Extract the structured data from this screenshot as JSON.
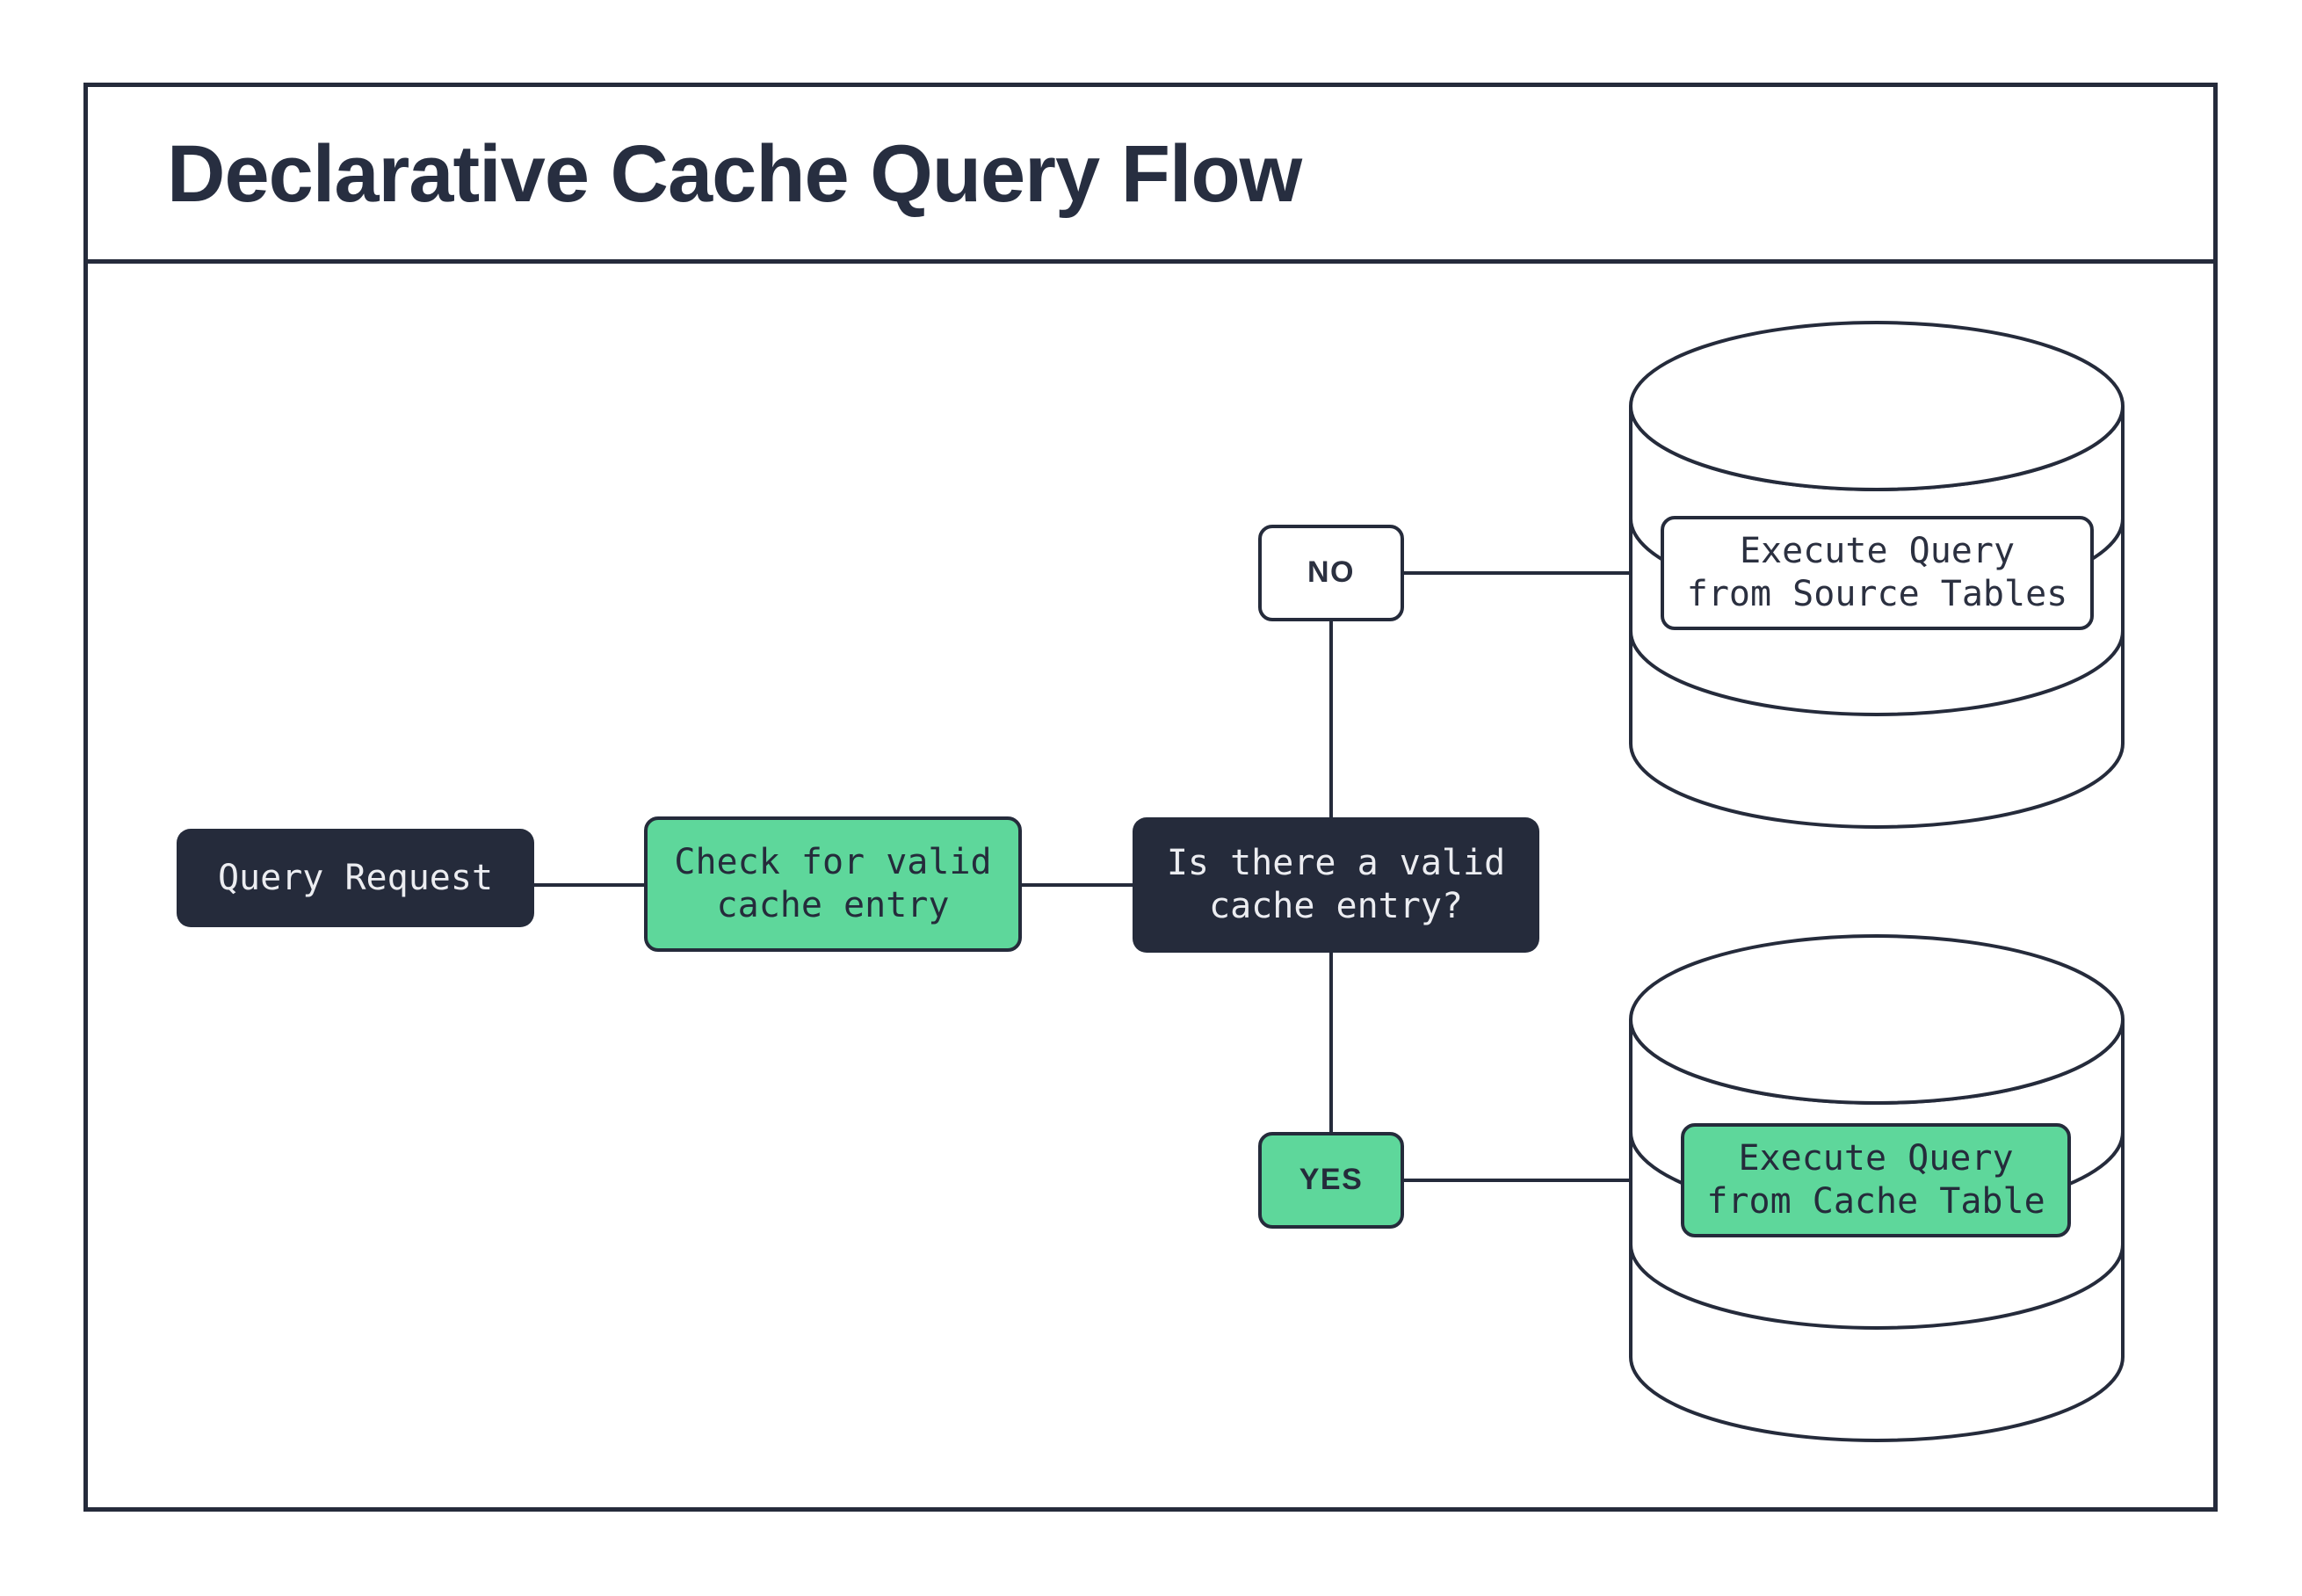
{
  "title": "Declarative Cache Query Flow",
  "colors": {
    "ink": "#252B3B",
    "green": "#5ED79B",
    "paper": "#FFFFFF",
    "text_on_dark": "#ECEDF1"
  },
  "flow": {
    "start": {
      "label": "Query Request"
    },
    "check": {
      "label": "Check for valid\ncache entry"
    },
    "decision": {
      "label": "Is there a valid\ncache entry?"
    },
    "branch_no": {
      "label": "NO"
    },
    "branch_yes": {
      "label": "YES"
    },
    "source_db": {
      "label": "Execute Query\nfrom Source Tables"
    },
    "cache_db": {
      "label": "Execute Query\nfrom Cache Table"
    }
  }
}
